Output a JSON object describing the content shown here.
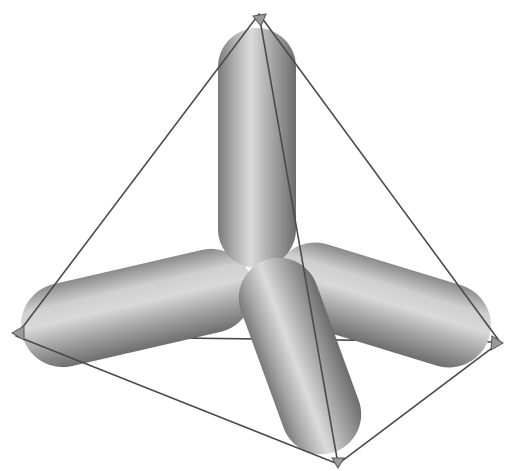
{
  "figure": {
    "subject": "tetrahedral-orbital-lobes",
    "lobe_count": 4,
    "frame_shape": "tetrahedron",
    "colors": {
      "background": "#ffffff",
      "edge": "#4a4a4a",
      "lobe_light": "#d6d6d6",
      "lobe_mid": "#a6a6a6",
      "lobe_dark": "#6f6f6f"
    }
  }
}
